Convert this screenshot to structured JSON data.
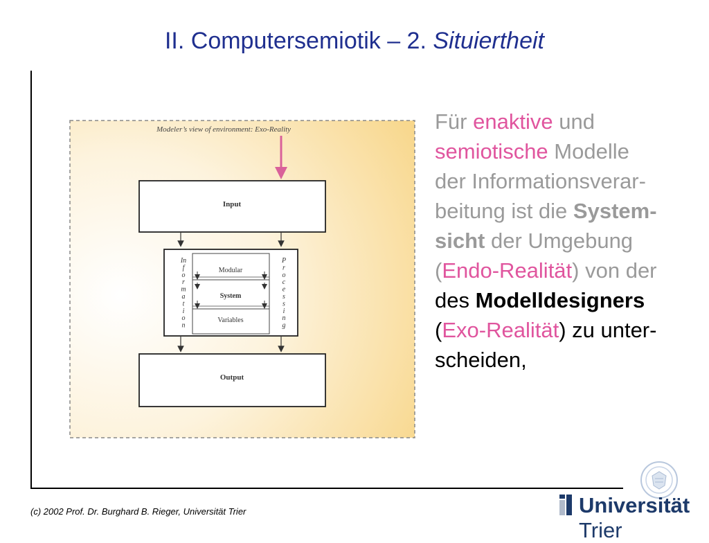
{
  "slide": {
    "title_main": "II. Computersemiotik – 2. ",
    "title_italic": "Situiertheit"
  },
  "diagram": {
    "header": "Modeler’s view of environment: Exo-Reality",
    "input": "Input",
    "output": "Output",
    "modular": "Modular",
    "system": "System",
    "variables": "Variables",
    "left_letters": [
      "In",
      "f",
      "o",
      "r",
      "m",
      "a",
      "t",
      "i",
      "o",
      "n"
    ],
    "right_letters": [
      "P",
      "r",
      "o",
      "c",
      "e",
      "s",
      "s",
      "i",
      "n",
      "g"
    ]
  },
  "text": {
    "t1": "Für ",
    "t2": "enaktive",
    "t3": " und",
    "t4": "semiotische",
    "t5": " Modelle",
    "t6": "der Informationsverar-",
    "t7": "beitung ist die ",
    "t8": "System-",
    "t9": "sicht",
    "t10": " der Umgebung",
    "t11": "(",
    "t12": "Endo-Realität",
    "t13": ") von der",
    "t14": "des ",
    "t15": "Modelldesigners",
    "t16": "(",
    "t17": "Exo-Realität",
    "t18": ") zu unter-",
    "t19": "scheiden,"
  },
  "footer": {
    "copyright": "(c) 2002  Prof. Dr. Burghard B. Rieger, Universität Trier",
    "uni_bold": "Universität",
    "uni_light": " Trier"
  },
  "colors": {
    "title": "#1f2f8f",
    "accent_pink": "#e0559e",
    "grey_text": "#9a9a9a",
    "arrow_pink": "#d9619a"
  }
}
